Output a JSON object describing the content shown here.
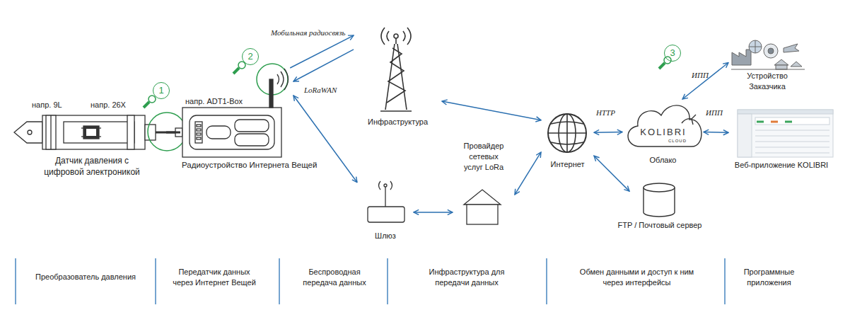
{
  "diagram": {
    "nodes": [
      {
        "text": [
          "Датчик давления с цифровой электроникой"
        ]
      },
      {
        "text": [
          "напр. ADT1-Box",
          "Радиоустройство Интернета Вещей"
        ]
      },
      {
        "text": [
          "Инфраструктура"
        ]
      },
      {
        "text": [
          "Шлюз"
        ]
      },
      {
        "text": [
          "Провайдер сетевых услуг LoRa"
        ]
      },
      {
        "text": [
          "Интернет"
        ]
      },
      {
        "text": [
          "KOLIBRI",
          "CLOUD",
          "Облако"
        ]
      },
      {
        "text": [
          "FTP / Почтовый сервер"
        ]
      },
      {
        "text": [
          "Устройство Заказчика"
        ]
      },
      {
        "text": [
          "Веб-приложение KOLIBRI"
        ]
      }
    ],
    "edges": [
      {
        "from": 0,
        "to": 1,
        "arrow": "none"
      },
      {
        "from": 1,
        "to": 2,
        "label": "Мобильная радиосвязь",
        "arrow": "to"
      },
      {
        "from": 2,
        "to": 1,
        "arrow": "to"
      },
      {
        "from": 1,
        "to": 3,
        "label": "LoRaWAN",
        "arrow": "both"
      },
      {
        "from": 2,
        "to": 5,
        "arrow": "both"
      },
      {
        "from": 3,
        "to": 4,
        "arrow": "both"
      },
      {
        "from": 4,
        "to": 5,
        "arrow": "both"
      },
      {
        "from": 5,
        "to": 6,
        "label": "HTTP",
        "arrow": "both"
      },
      {
        "from": 5,
        "to": 7,
        "arrow": "both"
      },
      {
        "from": 6,
        "to": 8,
        "label": "ИПП",
        "arrow": "both"
      },
      {
        "from": 6,
        "to": 9,
        "label": "ИПП",
        "arrow": "both"
      }
    ],
    "labels": [
      "напр. 9L",
      "напр. 26X",
      "1",
      "2",
      "3",
      "Преобразователь давления",
      "Передатчик данных через Интернет Вещей",
      "Беспроводная передача данных",
      "Инфраструктура для передачи данных",
      "Обмен данными и доступ к ним через интерфейсы",
      "Программные приложения"
    ]
  }
}
